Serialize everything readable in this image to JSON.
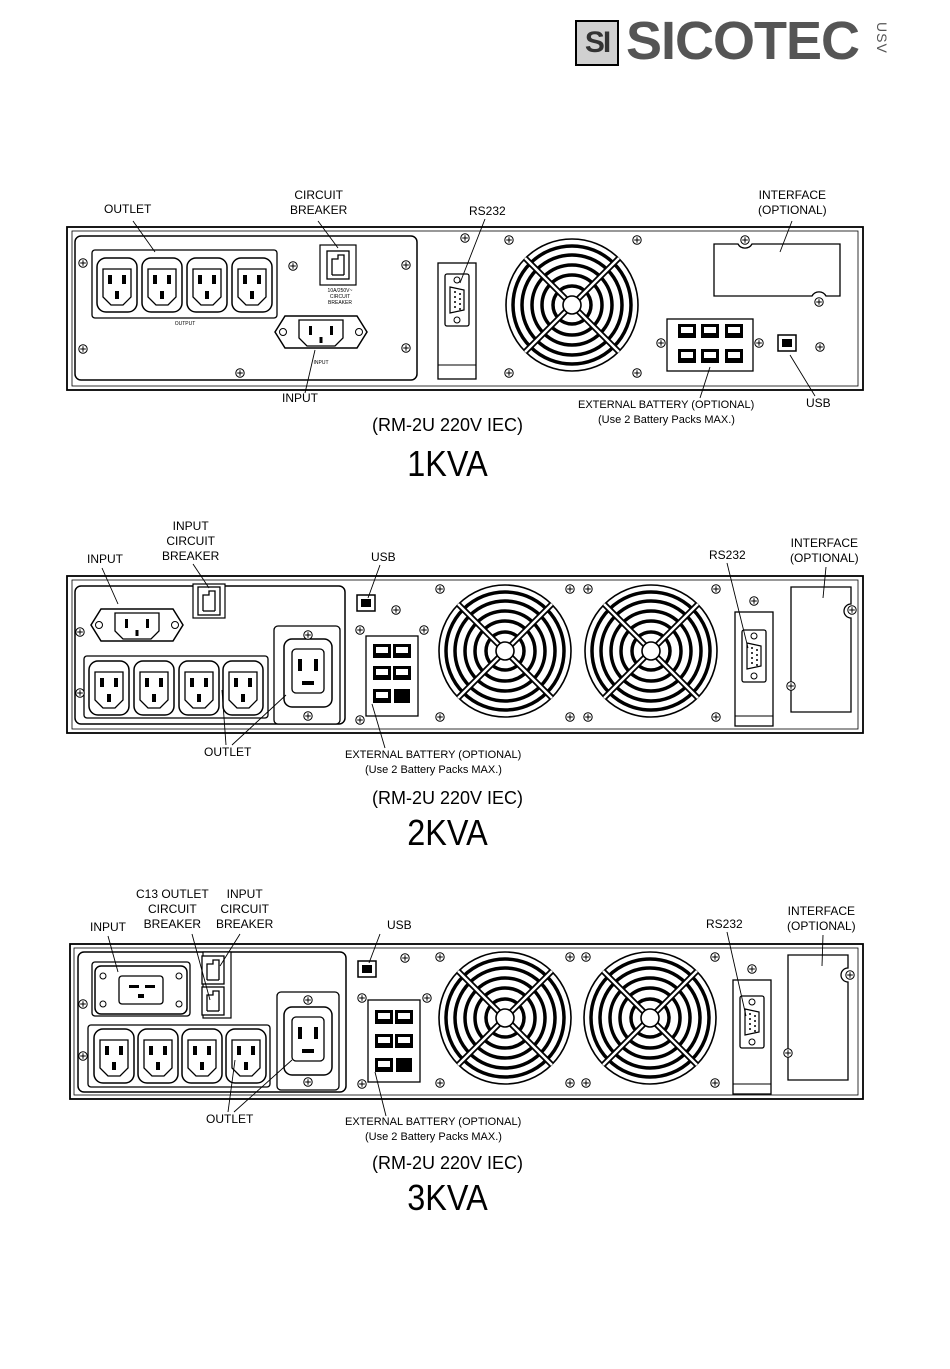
{
  "logo": {
    "mark": "SI",
    "name": "SICOTEC",
    "sub": "USV"
  },
  "panels": [
    {
      "id": "1kva",
      "model": "(RM-2U 220V IEC)",
      "size": "1KVA",
      "labels": {
        "outlet": "OUTLET",
        "circuit_breaker": "CIRCUIT\nBREAKER",
        "rs232": "RS232",
        "interface": "INTERFACE\n(OPTIONAL)",
        "input": "INPUT",
        "external_battery": "EXTERNAL BATTERY (OPTIONAL)",
        "battery_note": "(Use 2 Battery Packs MAX.)",
        "usb": "USB"
      },
      "panel_text": {
        "output": "OUTPUT",
        "input": "INPUT",
        "breaker": "10A/250V~\nCIRCUIT\nBREAKER"
      }
    },
    {
      "id": "2kva",
      "model": "(RM-2U 220V IEC)",
      "size": "2KVA",
      "labels": {
        "input": "INPUT",
        "input_circuit_breaker": "INPUT\nCIRCUIT\nBREAKER",
        "usb": "USB",
        "rs232": "RS232",
        "interface": "INTERFACE\n(OPTIONAL)",
        "outlet": "OUTLET",
        "external_battery": "EXTERNAL BATTERY (OPTIONAL)",
        "battery_note": "(Use 2 Battery Packs MAX.)"
      }
    },
    {
      "id": "3kva",
      "model": "(RM-2U 220V IEC)",
      "size": "3KVA",
      "labels": {
        "c13_breaker": "C13 OUTLET\nCIRCUIT\nBREAKER",
        "input_circuit_breaker": "INPUT\nCIRCUIT\nBREAKER",
        "input": "INPUT",
        "usb": "USB",
        "rs232": "RS232",
        "interface": "INTERFACE\n(OPTIONAL)",
        "outlet": "OUTLET",
        "external_battery": "EXTERNAL BATTERY (OPTIONAL)",
        "battery_note": "(Use 2 Battery Packs MAX.)"
      }
    }
  ]
}
